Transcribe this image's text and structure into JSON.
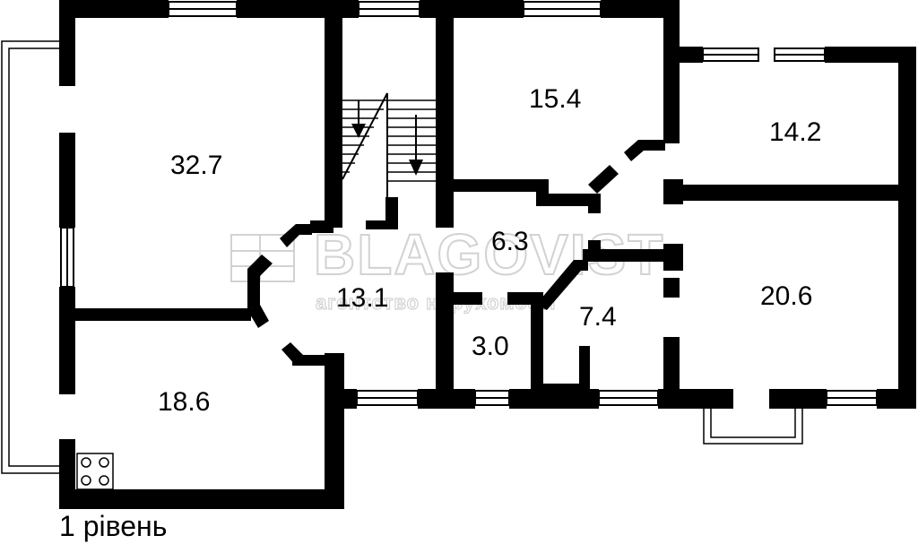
{
  "plan": {
    "level_label": "1 рівень",
    "watermark": {
      "brand": "BLAGOVIST",
      "tagline": "агентство нерухомості"
    },
    "rooms": [
      {
        "id": "living",
        "area": "32.7"
      },
      {
        "id": "bedroom-top",
        "area": "15.4"
      },
      {
        "id": "room-right",
        "area": "14.2"
      },
      {
        "id": "corridor",
        "area": "6.3"
      },
      {
        "id": "hall",
        "area": "13.1"
      },
      {
        "id": "room-big-right",
        "area": "20.6"
      },
      {
        "id": "bathroom",
        "area": "7.4"
      },
      {
        "id": "wc",
        "area": "3.0"
      },
      {
        "id": "kitchen",
        "area": "18.6"
      }
    ]
  }
}
